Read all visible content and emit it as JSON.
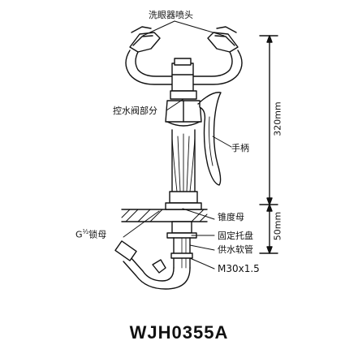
{
  "labels": {
    "eye_nozzle": "洗眼器喷头",
    "valve": "控水阀部分",
    "handle": "手柄",
    "lock_nut_prefix": "G",
    "lock_nut_fraction": "½",
    "lock_nut_text": "锁母",
    "taper_nut": "锥度母",
    "fixed_tray": "固定托盘",
    "supply_hose": "供水软管",
    "thread": "M30x1.5"
  },
  "dimensions": {
    "height_upper": "320mm",
    "height_lower": "50mm"
  },
  "model": "WJH0355A"
}
